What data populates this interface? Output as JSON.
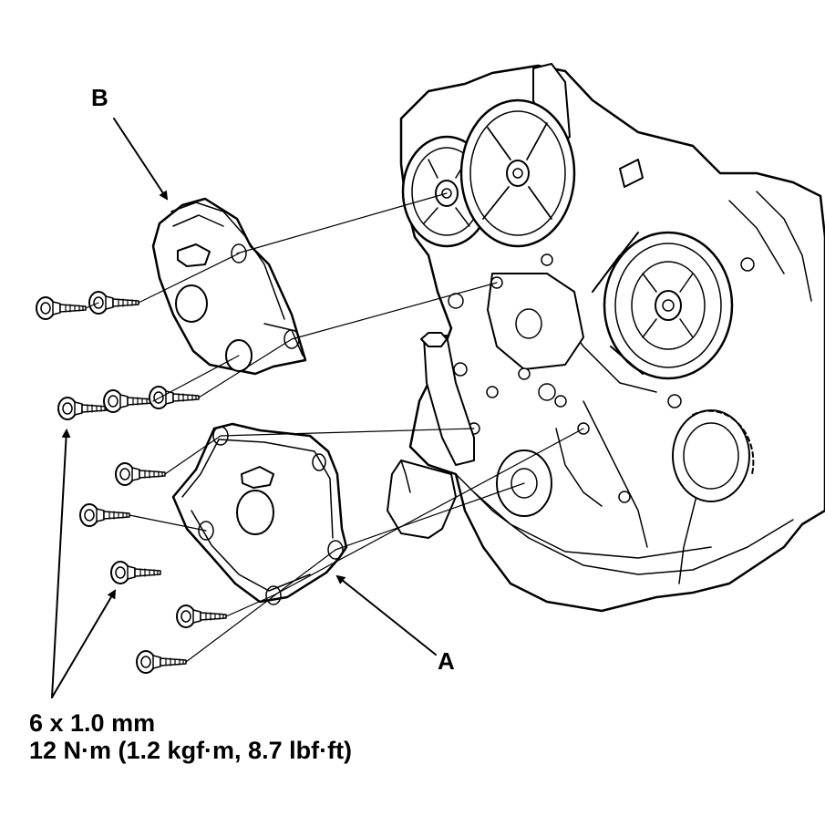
{
  "callouts": {
    "a": "A",
    "b": "B"
  },
  "bolt_spec": {
    "size": "6 x 1.0 mm",
    "torque": "12 N·m (1.2 kgf·m, 8.7 lbf·ft)"
  }
}
